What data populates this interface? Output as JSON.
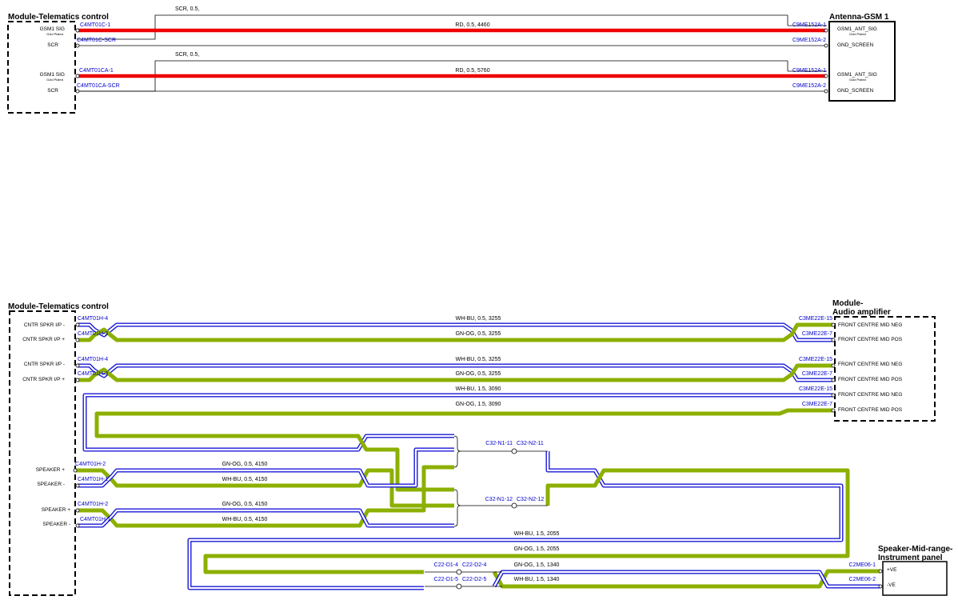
{
  "colors": {
    "red": "#ee0000",
    "green": "#8cb000",
    "blue": "#1a1ad6",
    "white": "#ffffff",
    "connector_label": "#0000cc"
  },
  "gsm": {
    "module_title": "Module-Telematics control",
    "antenna_title": "Antenna-GSM 1",
    "module_pins": [
      "GSM1 SIG",
      "SCR",
      "GSM1 SIG",
      "SCR"
    ],
    "module_pin_sub": "Gold Plated",
    "antenna_pins": [
      "GSM1_ANT_SIG",
      "GND_SCREEN",
      "GSM1_ANT_SIG",
      "GND_SCREEN"
    ],
    "antenna_pin_sub": "Gold Plated",
    "left_connectors": [
      "C4MT01C-1",
      "C4MT01C-SCR",
      "C4MT01CA-1",
      "C4MT01CA-SCR"
    ],
    "right_connectors": [
      "C9ME152A-1",
      "C9ME152A-2",
      "C9ME152A-1",
      "C9ME152A-2"
    ],
    "wires": [
      {
        "scr_label": "SCR,  0.5,",
        "spec": "RD,  0.5,  4460"
      },
      {
        "scr_label": "SCR,  0.5,",
        "spec": "RD,  0.5,  5760"
      }
    ]
  },
  "audio": {
    "module_title": "Module-Telematics control",
    "amp_title_line1": "Module-",
    "amp_title_line2": "Audio amplifier",
    "speaker_title_line1": "Speaker-Mid-range-",
    "speaker_title_line2": "Instrument panel",
    "module_pins": [
      "CNTR SPKR I/P -",
      "CNTR SPKR I/P +",
      "CNTR SPKR I/P -",
      "CNTR SPKR I/P +",
      "SPEAKER +",
      "SPEAKER -",
      "SPEAKER +",
      "SPEAKER -"
    ],
    "left_connectors": [
      "C4MT01H-4",
      "C4MT01H-3",
      "C4MT01H-4",
      "C4MT01H-3",
      "C4MT01H-2",
      "C4MT01H-1",
      "C4MT01H-2",
      "C4MT01H-1"
    ],
    "amp_pins": [
      "FRONT CENTRE MID NEG",
      "FRONT CENTRE MID POS",
      "FRONT CENTRE MID NEG",
      "FRONT CENTRE MID POS",
      "FRONT CENTRE MID NEG",
      "FRONT CENTRE MID POS"
    ],
    "amp_connectors": [
      "C3ME22E-15",
      "C3ME22E-7",
      "C3ME22E-15",
      "C3ME22E-7",
      "C3ME22E-15",
      "C3ME22E-7"
    ],
    "speaker_pins": [
      "+VE",
      "-VE"
    ],
    "speaker_connectors": [
      "C2ME06-1",
      "C2ME06-2"
    ],
    "wire_labels": [
      "WH-BU,  0.5,  3255",
      "GN-OG,  0.5,  3255",
      "WH-BU,  0.5,  3255",
      "GN-OG,  0.5,  3255",
      "WH-BU,  1.5,  3090",
      "GN-OG,  1.5,  3090",
      "GN-OG,  0.5,  4150",
      "WH-BU,  0.5,  4150",
      "GN-OG,  0.5,  4150",
      "WH-BU,  0.5,  4150",
      "WH-BU,  1.5,  2055",
      "GN-OG,  1.5,  2055",
      "GN-OG,  1.5,  1340",
      "WH-BU,  1.5,  1340"
    ],
    "splices": [
      {
        "left": "C32-N1-11",
        "right": "C32-N2-11"
      },
      {
        "left": "C32-N1-12",
        "right": "C32-N2-12"
      },
      {
        "left": "C22-D1-4",
        "right": "C22-D2-4"
      },
      {
        "left": "C22-D1-5",
        "right": "C22-D2-5"
      }
    ]
  }
}
